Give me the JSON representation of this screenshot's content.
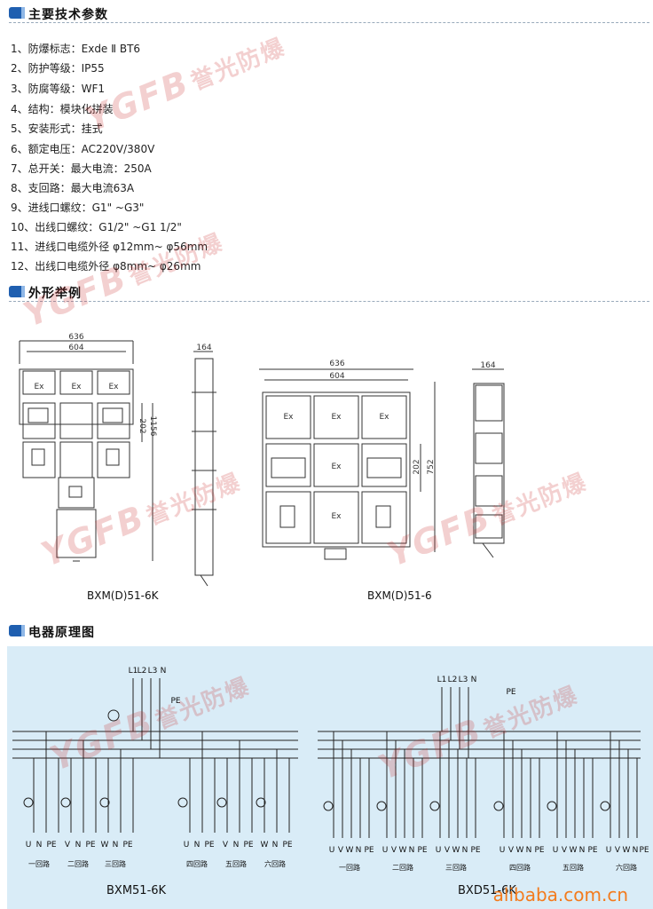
{
  "sections": {
    "specs_title": "主要技术参数",
    "outline_title": "外形举例",
    "schematic_title": "电器原理图"
  },
  "specs": [
    "1、防爆标志：Exde Ⅱ BT6",
    "2、防护等级：IP55",
    "3、防腐等级：WF1",
    "4、结构：模块化拼装",
    "5、安装形式：挂式",
    "6、额定电压：AC220V/380V",
    "7、总开关：最大电流：250A",
    "8、支回路：最大电流63A",
    "9、进线口螺纹：G1\" ~G3\"",
    "10、出线口螺纹：G1/2\" ~G1 1/2\"",
    "11、进线口电缆外径 φ12mm~ φ56mm",
    "12、出线口电缆外径 φ8mm~ φ26mm"
  ],
  "outline": {
    "left_width_total": "636",
    "left_width_inner": "604",
    "left_depth": "164",
    "left_height_a": "202",
    "left_height_b": "1156",
    "right_width_total": "636",
    "right_width_inner": "604",
    "right_depth": "164",
    "right_height_a": "202",
    "right_height_b": "752",
    "ex_label": "Ex",
    "model_left": "BXM(D)51-6K",
    "model_right": "BXM(D)51-6"
  },
  "schematic": {
    "phases": [
      "L1",
      "L2",
      "L3",
      "N"
    ],
    "pe": "PE",
    "left_terms": [
      "U",
      "N",
      "PE",
      "V",
      "N",
      "PE",
      "W",
      "N",
      "PE",
      "U",
      "N",
      "PE",
      "V",
      "N",
      "PE",
      "W",
      "N",
      "PE"
    ],
    "right_terms": [
      "U",
      "V",
      "W",
      "N",
      "PE",
      "U",
      "V",
      "W",
      "N",
      "PE",
      "U",
      "V",
      "W",
      "N",
      "PE",
      "U",
      "V",
      "W",
      "N",
      "PE",
      "U",
      "V",
      "W",
      "N",
      "PE",
      "U",
      "V",
      "W",
      "N",
      "PE"
    ],
    "circuits": [
      "一回路",
      "二回路",
      "三回路",
      "四回路",
      "五回路",
      "六回路"
    ],
    "model_left": "BXM51-6K",
    "model_right": "BXD51-6K"
  },
  "watermark": {
    "brand": "YGFB",
    "cn": "誉光防爆"
  },
  "footer": "alibaba.com.cn",
  "colors": {
    "accent": "#1f5fb0",
    "schematic_bg": "#d9ecf7",
    "watermark": "#c82828",
    "alibaba": "#f37b1d"
  }
}
